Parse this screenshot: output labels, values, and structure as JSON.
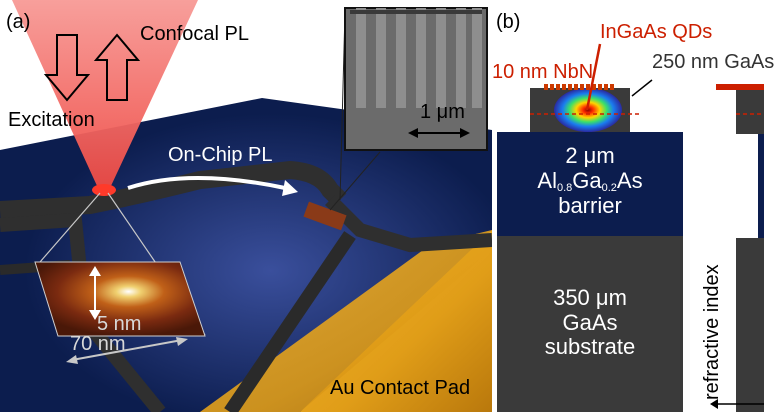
{
  "panel_a": {
    "label": "(a)",
    "confocal_label": "Confocal PL",
    "excitation_label": "Excitation",
    "onchip_label": "On-Chip PL",
    "scale_label": "1 μm",
    "height_label": "5 nm",
    "width_label": "70 nm",
    "contact_label": "Au Contact Pad"
  },
  "panel_b": {
    "label": "(b)",
    "qd_label": "InGaAs QDs",
    "nbn_label": "10 nm NbN",
    "gaas_label": "250 nm GaAs",
    "barrier": {
      "line1": "2 μm",
      "al": "Al",
      "al_sub": "0.8",
      "ga": "Ga",
      "ga_sub": "0.2",
      "as": "As",
      "line3": "barrier"
    },
    "substrate": {
      "line1": "350 μm",
      "line2": "GaAs",
      "line3": "substrate"
    },
    "index_axis_label": "refractive index"
  },
  "colors": {
    "accent_red": "#cc1f00",
    "laser_red": "#f4605c",
    "navy": "#0c1d4e",
    "dark_gray": "#3a3a3a",
    "gold": "#e0a21a"
  }
}
